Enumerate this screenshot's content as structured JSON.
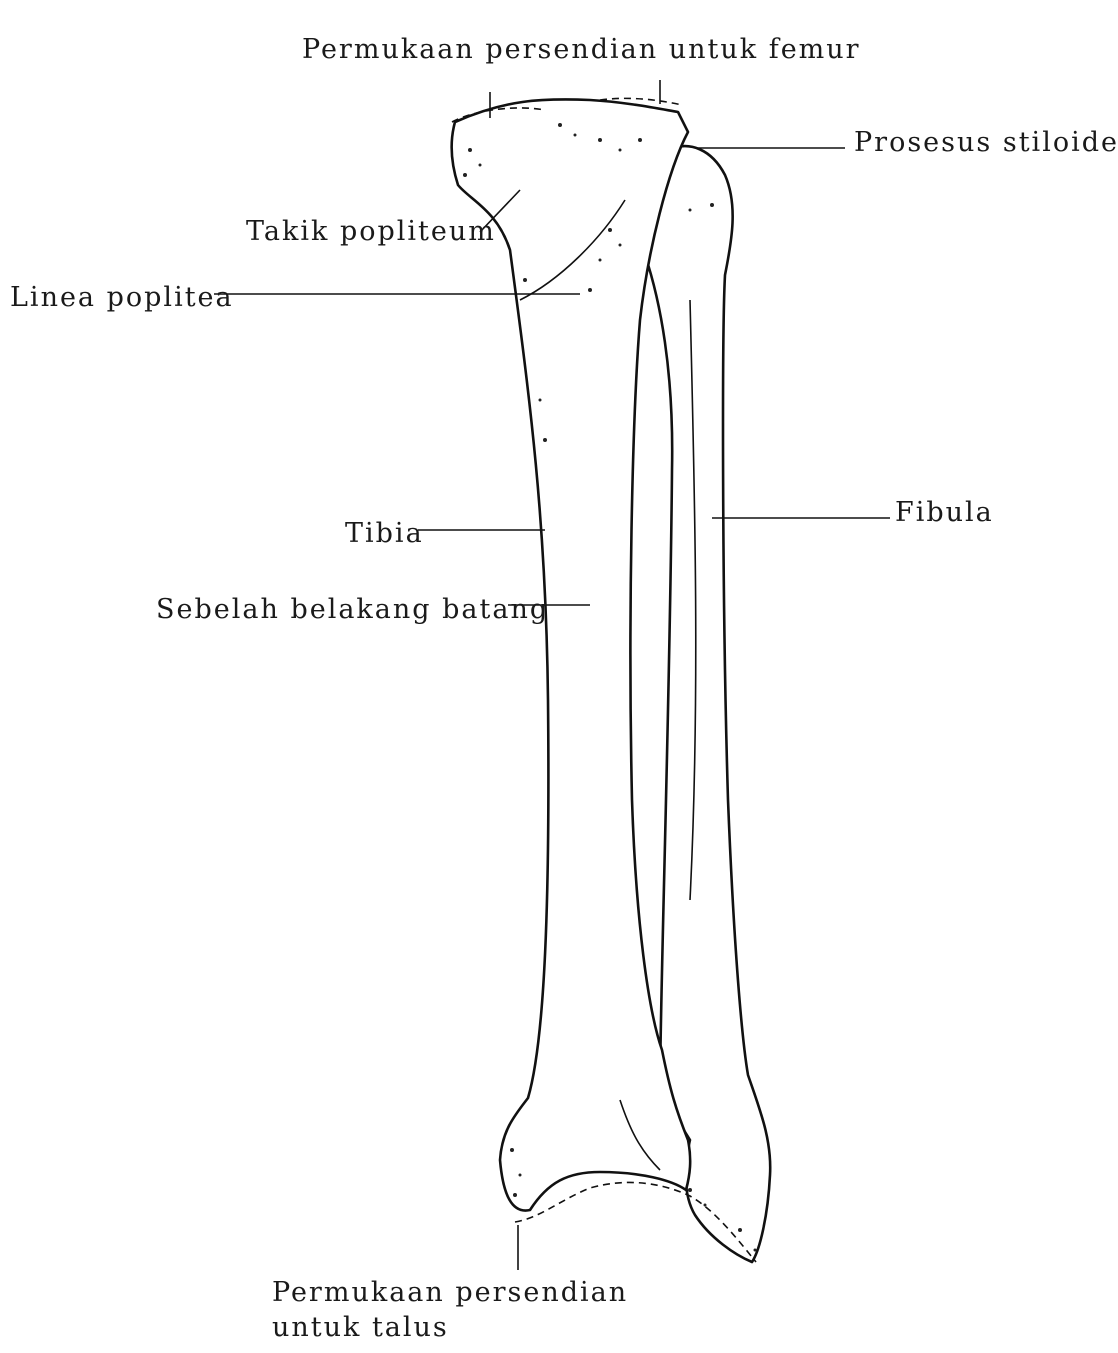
{
  "labels": {
    "femur_surface": "Permukaan persendian untuk femur",
    "styloid": "Prosesus stiloideus",
    "popliteal_notch": "Takik popliteum",
    "popliteal_line": "Linea poplitea",
    "tibia": "Tibia",
    "fibula": "Fibula",
    "shaft_back": "Sebelah belakang batang",
    "talus_surface_line1": "Permukaan persendian",
    "talus_surface_line2": "untuk talus"
  }
}
